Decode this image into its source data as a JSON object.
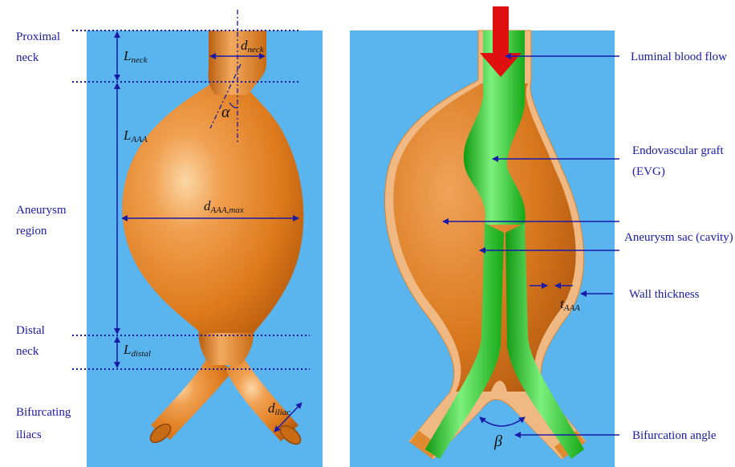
{
  "left_labels": {
    "proximal_neck": [
      "Proximal",
      "neck"
    ],
    "aneurysm_region": [
      "Aneurysm",
      "region"
    ],
    "distal_neck": [
      "Distal",
      "neck"
    ],
    "bifurcating_iliacs": [
      "Bifurcating",
      "iliacs"
    ]
  },
  "dimensions": {
    "l_neck": {
      "main": "L",
      "sub": "neck"
    },
    "d_neck": {
      "main": "d",
      "sub": "neck"
    },
    "alpha": "α",
    "l_aaa": {
      "main": "L",
      "sub": "AAA"
    },
    "d_aaa_max": {
      "main": "d",
      "sub": "AAA,max"
    },
    "l_distal": {
      "main": "L",
      "sub": "distal"
    },
    "d_iliac": {
      "main": "d",
      "sub": "iliac"
    },
    "t_aaa": {
      "main": "t",
      "sub": "AAA"
    },
    "beta": "β"
  },
  "callouts": {
    "luminal_blood_flow": "Luminal blood flow",
    "endovascular_graft": [
      "Endovascular graft",
      "(EVG)"
    ],
    "aneurysm_sac": "Aneurysm sac (cavity)",
    "wall_thickness": "Wall thickness",
    "bifurcation_angle": "Bifurcation angle"
  },
  "colors": {
    "background_panel": "#5ab4ee",
    "vessel": "#e07a1e",
    "graft": "#2fd12f",
    "annotation": "#1a1aa8",
    "arrow": "#e01010"
  }
}
